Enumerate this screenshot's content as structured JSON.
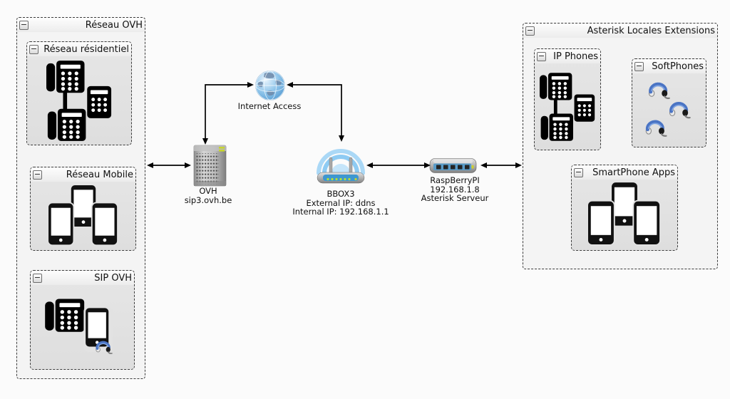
{
  "ui": {
    "minus": "−"
  },
  "groups": {
    "reseau_ovh": "Réseau OVH",
    "reseau_residentiel": "Réseau résidentiel",
    "reseau_mobile": "Réseau Mobile",
    "sip_ovh": "SIP OVH",
    "asterisk_extensions": "Asterisk Locales Extensions",
    "ip_phones": "IP Phones",
    "softphones": "SoftPhones",
    "smartphone_apps": "SmartPhone Apps"
  },
  "nodes": {
    "internet": {
      "label": "Internet Access"
    },
    "ovh": {
      "name": "OVH",
      "host": "sip3.ovh.be"
    },
    "bbox3": {
      "name": "BBOX3",
      "external_ip": "External IP: ddns",
      "internal_ip": "Internal IP: 192.168.1.1"
    },
    "raspberrypi": {
      "name": "RaspBerryPI",
      "ip": "192.168.1.8",
      "role": "Asterisk Serveur"
    }
  },
  "colors": {
    "globe_blue": "#5b9fd4",
    "wifi_blue": "#8ecbf3",
    "router_band_blue": "#3f97d0",
    "headset_blue": "#4a74c4",
    "led_green": "#b7d434",
    "box_fill": "#e2e2e2",
    "container_fill": "#f4f4f4",
    "dashed_border": "#3c3c3c"
  }
}
